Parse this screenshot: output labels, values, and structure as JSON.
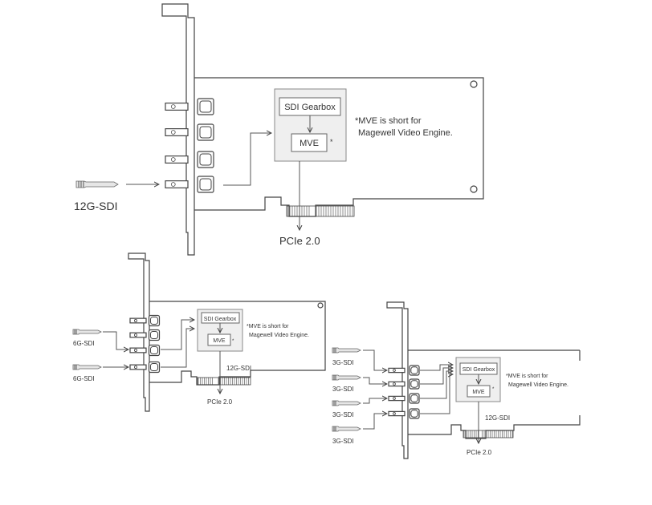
{
  "diagram1": {
    "input_label": "12G-SDI",
    "gearbox_label": "SDI Gearbox",
    "mve_label": "MVE",
    "asterisk": "*",
    "note_line1": "*MVE is short for",
    "note_line2": "Magewell Video Engine.",
    "bus_label": "PCIe 2.0"
  },
  "diagram2": {
    "input_labels": [
      "6G-SDI",
      "6G-SDI"
    ],
    "gearbox_label": "SDI Gearbox",
    "mve_label": "MVE",
    "asterisk": "*",
    "note_line1": "*MVE is short for",
    "note_line2": "Magewell Video Engine.",
    "output_label": "12G-SDI",
    "bus_label": "PCIe 2.0"
  },
  "diagram3": {
    "input_labels": [
      "3G-SDI",
      "3G-SDI",
      "3G-SDI",
      "3G-SDI"
    ],
    "gearbox_label": "SDI Gearbox",
    "mve_label": "MVE",
    "asterisk": "*",
    "note_line1": "*MVE is short for",
    "note_line2": "Magewell Video Engine.",
    "output_label": "12G-SDI",
    "bus_label": "PCIe 2.0"
  }
}
